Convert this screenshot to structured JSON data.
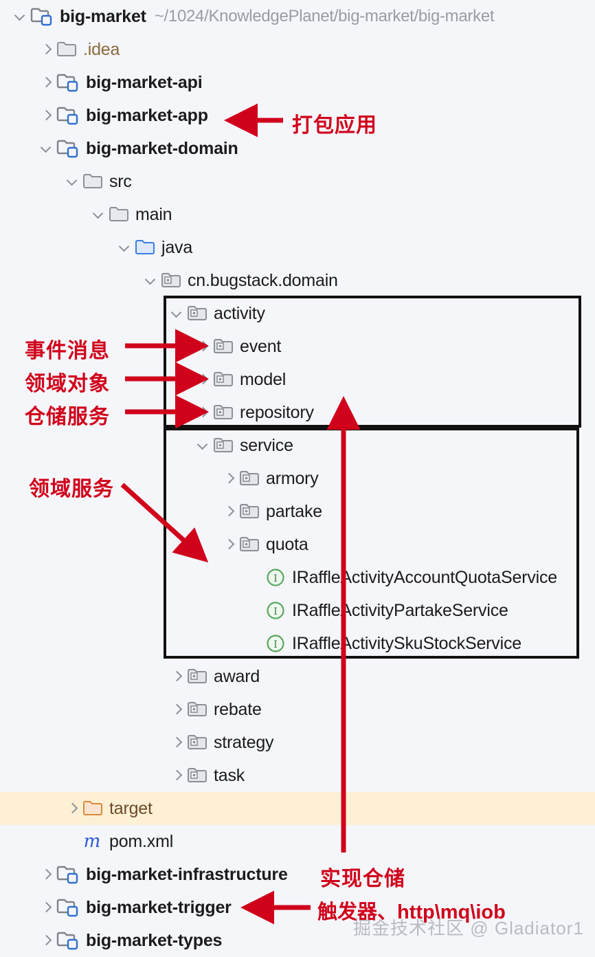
{
  "window": {
    "kind": "ide-project-tree",
    "background": "#f5f6fa",
    "highlight_color": "#fdf0d5",
    "annotation_color": "#d0021b"
  },
  "root": {
    "name": "big-market",
    "path": "~/1024/KnowledgePlanet/big-market/big-market"
  },
  "tree": [
    {
      "label": "big-market",
      "icon": "module-folder-icon",
      "chevron": "down",
      "indent": 0,
      "bold": true,
      "style": "normal",
      "path": "~/1024/KnowledgePlanet/big-market/big-market"
    },
    {
      "label": ".idea",
      "icon": "plain-folder-icon",
      "chevron": "right",
      "indent": 1,
      "bold": false,
      "style": "idea"
    },
    {
      "label": "big-market-api",
      "icon": "module-folder-icon",
      "chevron": "right",
      "indent": 1,
      "bold": true,
      "style": "normal"
    },
    {
      "label": "big-market-app",
      "icon": "module-folder-icon",
      "chevron": "right",
      "indent": 1,
      "bold": true,
      "style": "normal"
    },
    {
      "label": "big-market-domain",
      "icon": "module-folder-icon",
      "chevron": "down",
      "indent": 1,
      "bold": true,
      "style": "normal"
    },
    {
      "label": "src",
      "icon": "plain-folder-icon",
      "chevron": "down",
      "indent": 2,
      "bold": false,
      "style": "normal"
    },
    {
      "label": "main",
      "icon": "plain-folder-icon",
      "chevron": "down",
      "indent": 3,
      "bold": false,
      "style": "normal"
    },
    {
      "label": "java",
      "icon": "source-folder-icon",
      "chevron": "down",
      "indent": 4,
      "bold": false,
      "style": "normal"
    },
    {
      "label": "cn.bugstack.domain",
      "icon": "package-icon",
      "chevron": "down",
      "indent": 5,
      "bold": false,
      "style": "normal"
    },
    {
      "label": "activity",
      "icon": "package-icon",
      "chevron": "down",
      "indent": 6,
      "bold": false,
      "style": "normal"
    },
    {
      "label": "event",
      "icon": "package-icon",
      "chevron": "right",
      "indent": 7,
      "bold": false,
      "style": "normal"
    },
    {
      "label": "model",
      "icon": "package-icon",
      "chevron": "right",
      "indent": 7,
      "bold": false,
      "style": "normal"
    },
    {
      "label": "repository",
      "icon": "package-icon",
      "chevron": "right",
      "indent": 7,
      "bold": false,
      "style": "normal"
    },
    {
      "label": "service",
      "icon": "package-icon",
      "chevron": "down",
      "indent": 7,
      "bold": false,
      "style": "normal"
    },
    {
      "label": "armory",
      "icon": "package-icon",
      "chevron": "right",
      "indent": 8,
      "bold": false,
      "style": "normal"
    },
    {
      "label": "partake",
      "icon": "package-icon",
      "chevron": "right",
      "indent": 8,
      "bold": false,
      "style": "normal"
    },
    {
      "label": "quota",
      "icon": "package-icon",
      "chevron": "right",
      "indent": 8,
      "bold": false,
      "style": "normal"
    },
    {
      "label": "IRaffleActivityAccountQuotaService",
      "icon": "interface-icon",
      "chevron": "none",
      "indent": 9,
      "bold": false,
      "style": "normal"
    },
    {
      "label": "IRaffleActivityPartakeService",
      "icon": "interface-icon",
      "chevron": "none",
      "indent": 9,
      "bold": false,
      "style": "normal"
    },
    {
      "label": "IRaffleActivitySkuStockService",
      "icon": "interface-icon",
      "chevron": "none",
      "indent": 9,
      "bold": false,
      "style": "normal"
    },
    {
      "label": "award",
      "icon": "package-icon",
      "chevron": "right",
      "indent": 6,
      "bold": false,
      "style": "normal"
    },
    {
      "label": "rebate",
      "icon": "package-icon",
      "chevron": "right",
      "indent": 6,
      "bold": false,
      "style": "normal"
    },
    {
      "label": "strategy",
      "icon": "package-icon",
      "chevron": "right",
      "indent": 6,
      "bold": false,
      "style": "normal"
    },
    {
      "label": "task",
      "icon": "package-icon",
      "chevron": "right",
      "indent": 6,
      "bold": false,
      "style": "normal"
    },
    {
      "label": "target",
      "icon": "target-folder-icon",
      "chevron": "right",
      "indent": 2,
      "bold": false,
      "style": "target",
      "highlighted": true
    },
    {
      "label": "pom.xml",
      "icon": "maven-icon",
      "chevron": "none",
      "indent": 2,
      "bold": false,
      "style": "normal"
    },
    {
      "label": "big-market-infrastructure",
      "icon": "module-folder-icon",
      "chevron": "right",
      "indent": 1,
      "bold": true,
      "style": "normal"
    },
    {
      "label": "big-market-trigger",
      "icon": "module-folder-icon",
      "chevron": "right",
      "indent": 1,
      "bold": true,
      "style": "normal"
    },
    {
      "label": "big-market-types",
      "icon": "module-folder-icon",
      "chevron": "right",
      "indent": 1,
      "bold": true,
      "style": "normal"
    }
  ],
  "annotations": [
    {
      "id": "pack-app",
      "text": "打包应用",
      "target_row": "big-market-app",
      "arrow": "left-pointing-horizontal"
    },
    {
      "id": "event-msg",
      "text": "事件消息",
      "target_row": "event",
      "arrow": "right-pointing-horizontal"
    },
    {
      "id": "domain-object",
      "text": "领域对象",
      "target_row": "model",
      "arrow": "right-pointing-horizontal"
    },
    {
      "id": "repo-service",
      "text": "仓储服务",
      "target_row": "repository",
      "arrow": "right-pointing-horizontal"
    },
    {
      "id": "domain-service",
      "text": "领域服务",
      "target_row": "service",
      "arrow": "diagonal-down-right"
    },
    {
      "id": "impl-repo",
      "text": "实现仓储",
      "target_row": "big-market-infrastructure",
      "arrow": "vertical-up-to-repository"
    },
    {
      "id": "trigger",
      "text": "触发器、http\\mq\\iob",
      "target_row": "big-market-trigger",
      "arrow": "left-pointing-horizontal"
    }
  ],
  "boxes": [
    {
      "id": "activity-box",
      "label": "activity-package-highlight"
    },
    {
      "id": "service-box",
      "label": "service-package-highlight"
    }
  ],
  "watermark": "掘金技术社区 @ Gladiator1"
}
